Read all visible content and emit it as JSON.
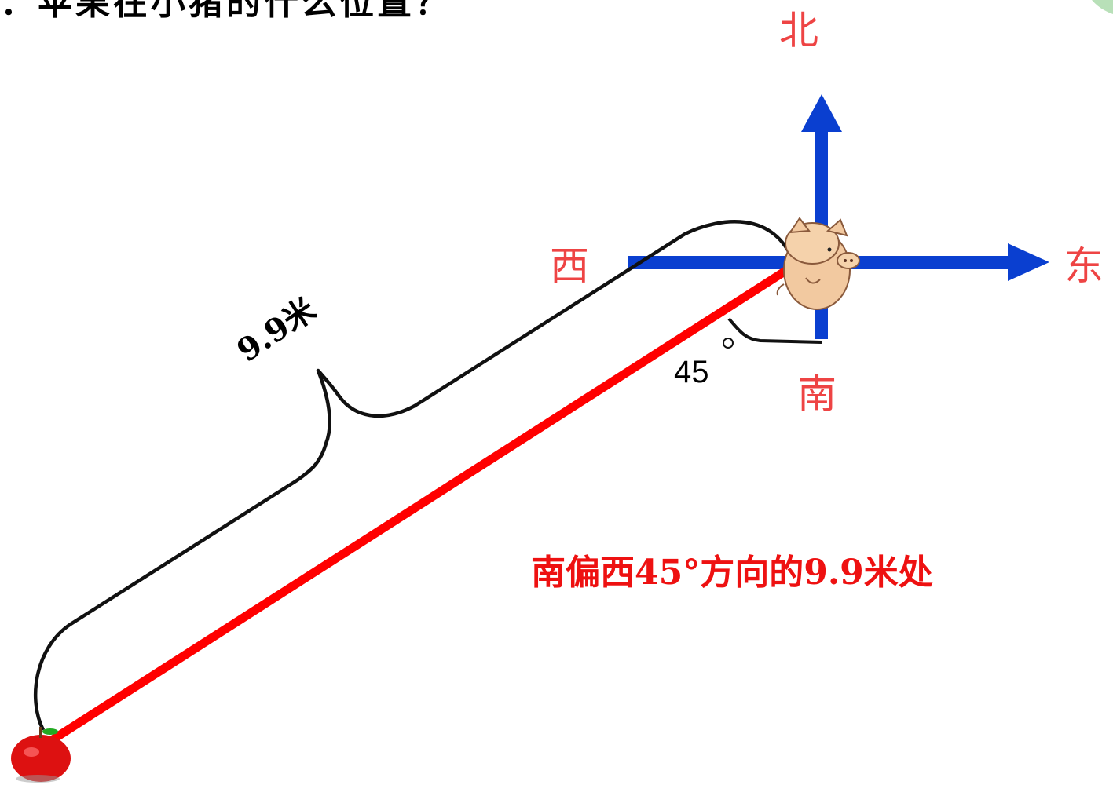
{
  "question": "：苹果在小猪的什么位置？",
  "directions": {
    "north": "北",
    "south": "南",
    "east": "东",
    "west": "西"
  },
  "angle": {
    "value": "45",
    "unit": "°"
  },
  "distance": "9.9米",
  "answer": "南偏西45°方向的9.9米处",
  "colors": {
    "axis": "#0a3fd0",
    "line": "#ff0000",
    "direction_text": "#ee4444",
    "answer_text": "#ee1111"
  },
  "icons": {
    "pig": "pig-icon",
    "apple": "apple-icon"
  }
}
